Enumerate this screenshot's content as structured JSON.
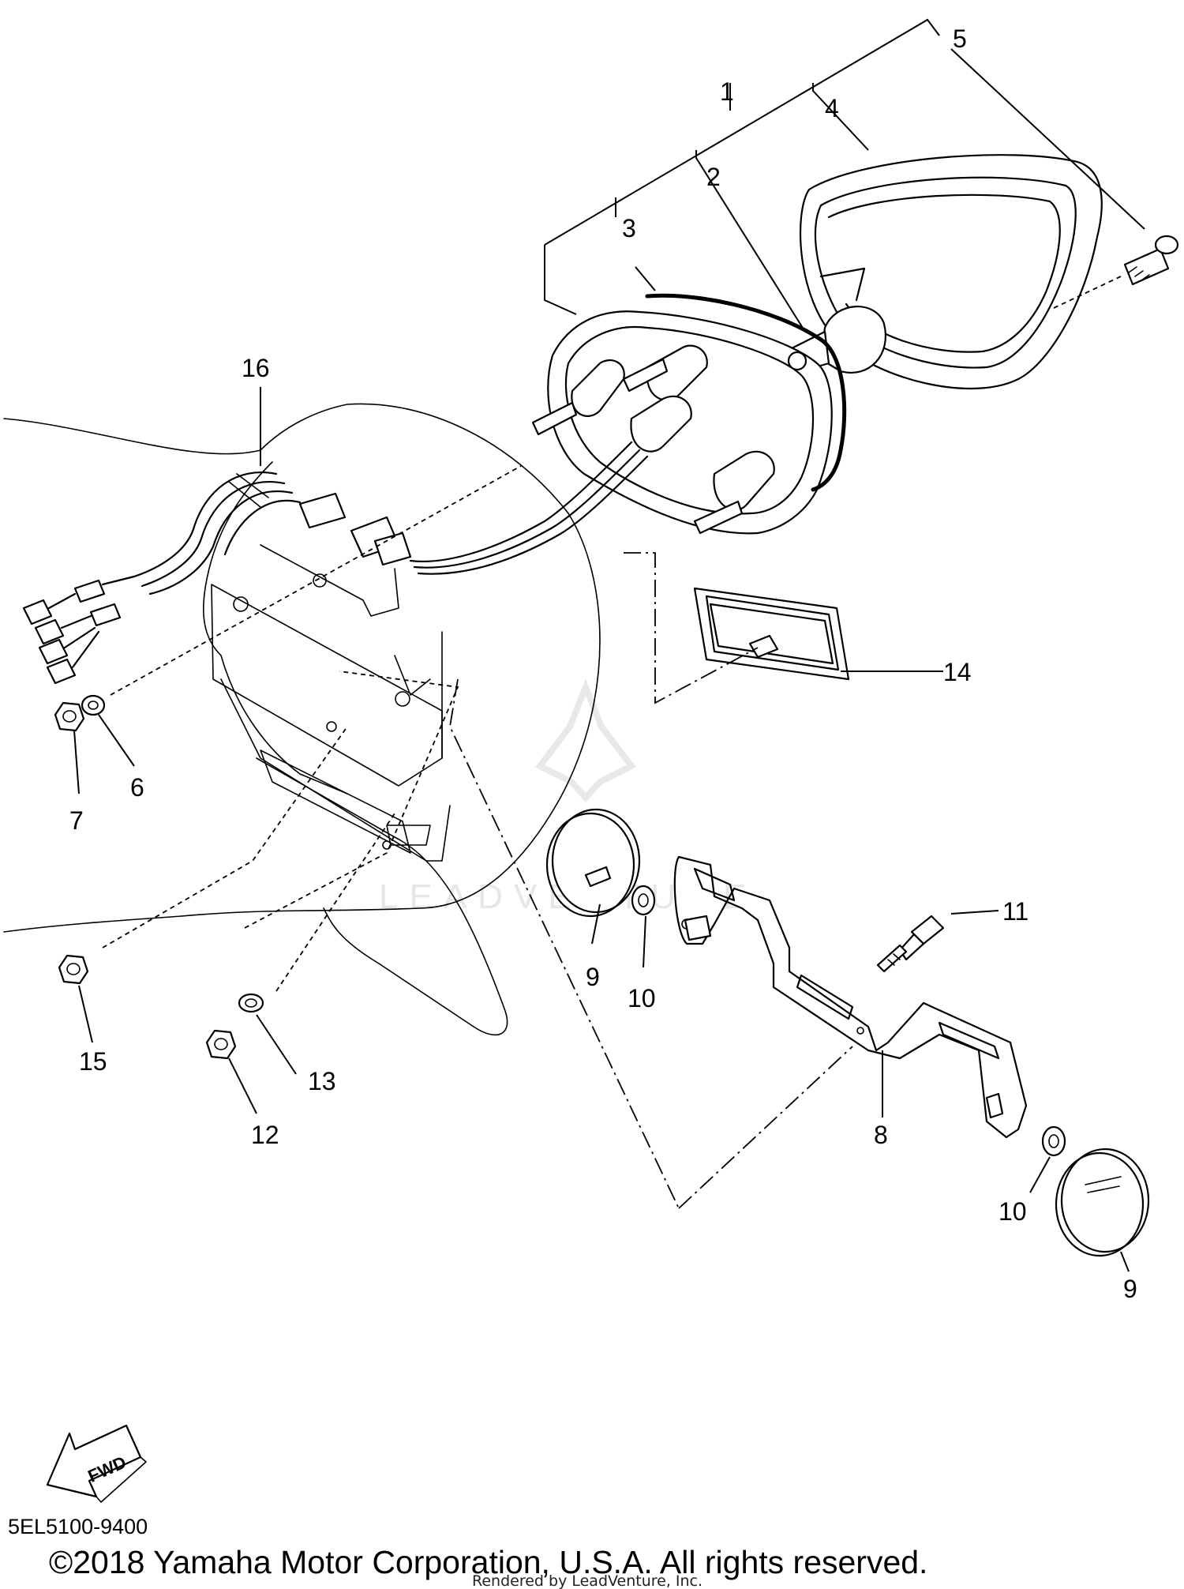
{
  "callouts": [
    {
      "id": "1",
      "label": "1"
    },
    {
      "id": "2",
      "label": "2"
    },
    {
      "id": "3",
      "label": "3"
    },
    {
      "id": "4",
      "label": "4"
    },
    {
      "id": "5",
      "label": "5"
    },
    {
      "id": "6",
      "label": "6"
    },
    {
      "id": "7",
      "label": "7"
    },
    {
      "id": "8",
      "label": "8"
    },
    {
      "id": "9a",
      "label": "9"
    },
    {
      "id": "9b",
      "label": "9"
    },
    {
      "id": "10a",
      "label": "10"
    },
    {
      "id": "10b",
      "label": "10"
    },
    {
      "id": "11",
      "label": "11"
    },
    {
      "id": "12",
      "label": "12"
    },
    {
      "id": "13",
      "label": "13"
    },
    {
      "id": "14",
      "label": "14"
    },
    {
      "id": "15",
      "label": "15"
    },
    {
      "id": "16",
      "label": "16"
    }
  ],
  "fwd_arrow_label": "FWD",
  "diagram_code": "5EL5100-9400",
  "copyright": "©2018 Yamaha Motor Corporation, U.S.A. All rights reserved.",
  "rendered_by": "Rendered by LeadVenture, Inc.",
  "watermark": "LEADVENTURE"
}
